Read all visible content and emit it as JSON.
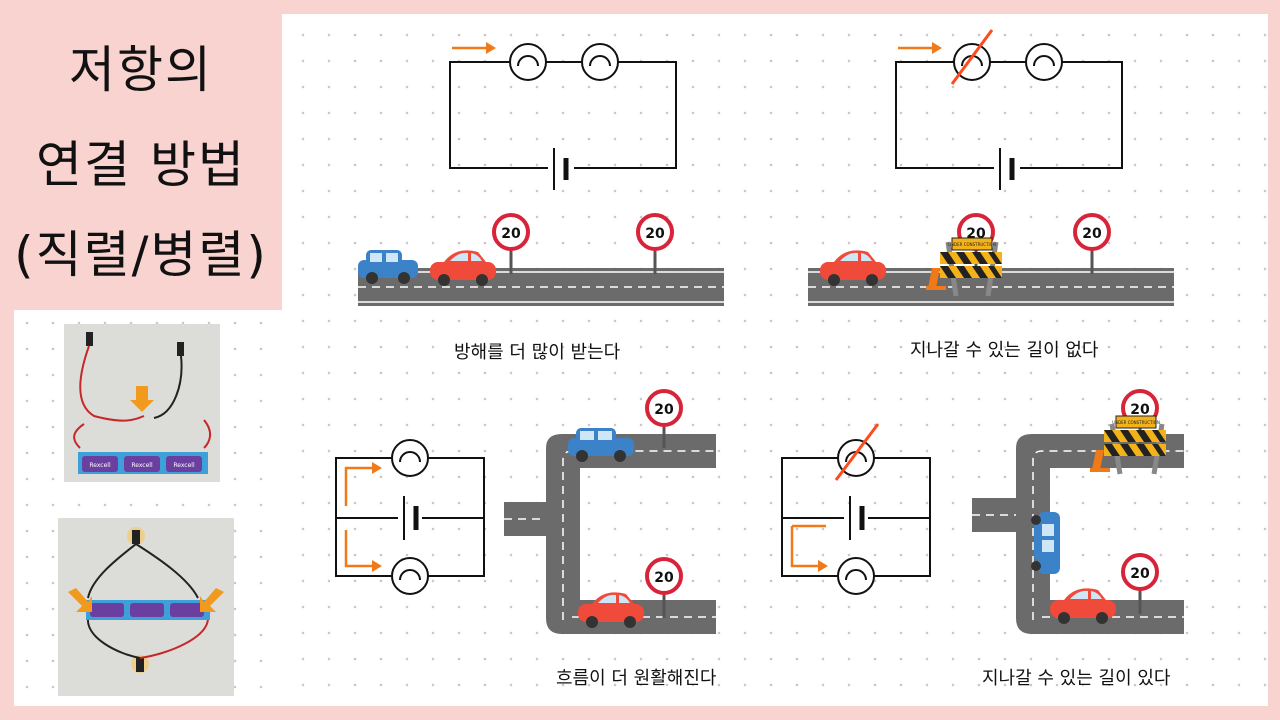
{
  "title": {
    "line1": "저항의",
    "line2": "연결 방법",
    "line3": "(직렬/병렬)"
  },
  "speed_sign": "20",
  "captions": {
    "series_normal": "방해를 더 많이 받는다",
    "series_broken": "지나갈 수 있는 길이 없다",
    "parallel_normal": "흐름이 더 원활해진다",
    "parallel_broken": "지나갈 수 있는 길이 있다"
  },
  "construction_sign": "UNDER CONSTRUCTION",
  "battery_label": "Rexcell",
  "colors": {
    "background_pink": "#f8d3d0",
    "arrow_orange": "#f07a1a",
    "cross_red": "#ff4a1a",
    "sign_red": "#d8243a",
    "road_gray": "#6b6b6b",
    "car_blue": "#3b82c8",
    "car_red": "#ef4a3a",
    "battery_purple": "#6a3fa0"
  }
}
